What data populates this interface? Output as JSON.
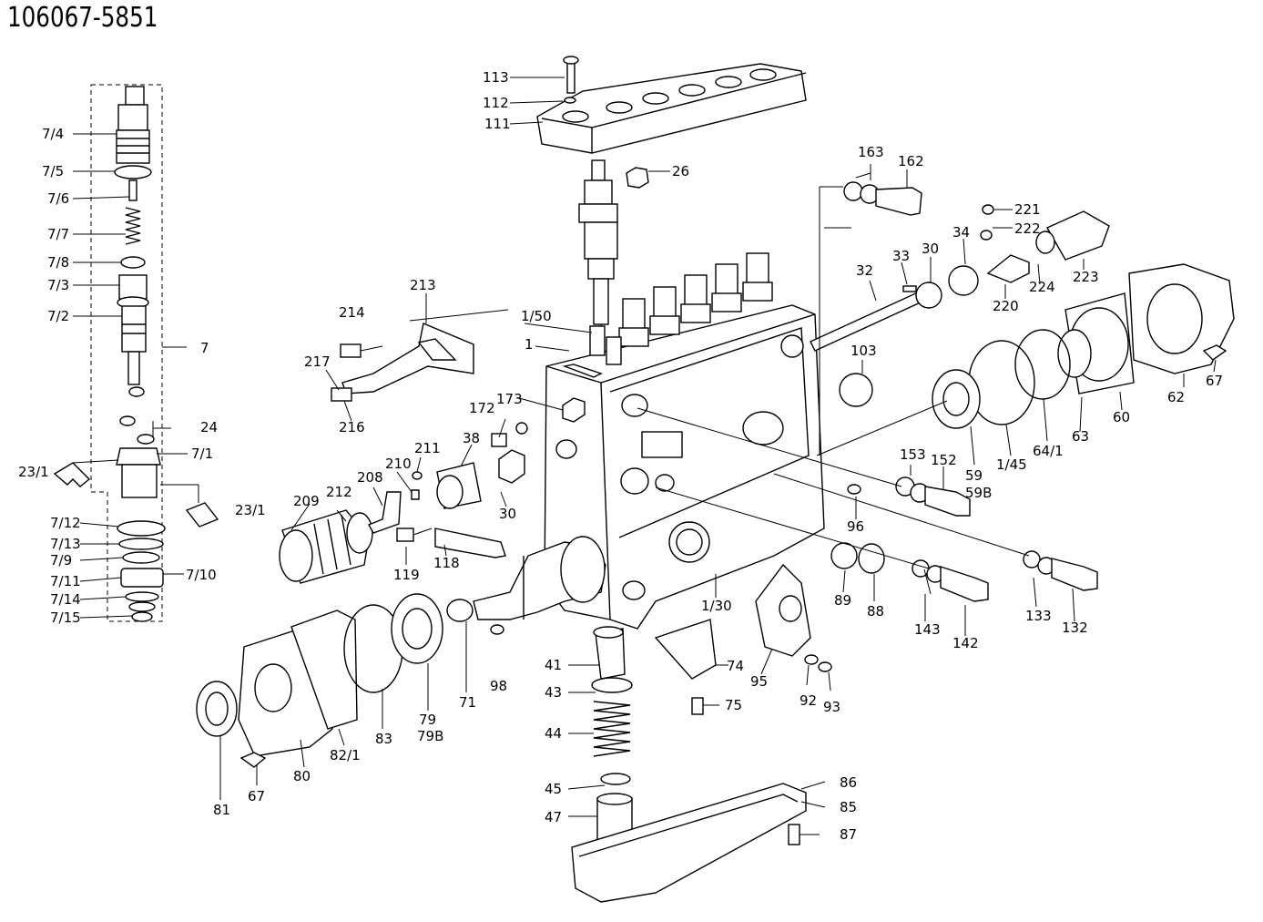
{
  "title": "106067-5851",
  "labels": [
    {
      "id": "7-4",
      "text": "7/4"
    },
    {
      "id": "7-5",
      "text": "7/5"
    },
    {
      "id": "7-6",
      "text": "7/6"
    },
    {
      "id": "7-7",
      "text": "7/7"
    },
    {
      "id": "7-8",
      "text": "7/8"
    },
    {
      "id": "7-3",
      "text": "7/3"
    },
    {
      "id": "7-2",
      "text": "7/2"
    },
    {
      "id": "7",
      "text": "7"
    },
    {
      "id": "24",
      "text": "24"
    },
    {
      "id": "7-1",
      "text": "7/1"
    },
    {
      "id": "23-1a",
      "text": "23/1"
    },
    {
      "id": "23-1b",
      "text": "23/1"
    },
    {
      "id": "7-12",
      "text": "7/12"
    },
    {
      "id": "7-13",
      "text": "7/13"
    },
    {
      "id": "7-9",
      "text": "7/9"
    },
    {
      "id": "7-11",
      "text": "7/11"
    },
    {
      "id": "7-10",
      "text": "7/10"
    },
    {
      "id": "7-14",
      "text": "7/14"
    },
    {
      "id": "7-15",
      "text": "7/15"
    },
    {
      "id": "113",
      "text": "113"
    },
    {
      "id": "112",
      "text": "112"
    },
    {
      "id": "111",
      "text": "111"
    },
    {
      "id": "26",
      "text": "26"
    },
    {
      "id": "213",
      "text": "213"
    },
    {
      "id": "214",
      "text": "214"
    },
    {
      "id": "217",
      "text": "217"
    },
    {
      "id": "216",
      "text": "216"
    },
    {
      "id": "1-50",
      "text": "1/50"
    },
    {
      "id": "1",
      "text": "1"
    },
    {
      "id": "173",
      "text": "173"
    },
    {
      "id": "172",
      "text": "172"
    },
    {
      "id": "38",
      "text": "38"
    },
    {
      "id": "211",
      "text": "211"
    },
    {
      "id": "210",
      "text": "210"
    },
    {
      "id": "208",
      "text": "208"
    },
    {
      "id": "212",
      "text": "212"
    },
    {
      "id": "209",
      "text": "209"
    },
    {
      "id": "30a",
      "text": "30"
    },
    {
      "id": "119",
      "text": "119"
    },
    {
      "id": "118",
      "text": "118"
    },
    {
      "id": "163",
      "text": "163"
    },
    {
      "id": "162",
      "text": "162"
    },
    {
      "id": "221",
      "text": "221"
    },
    {
      "id": "222",
      "text": "222"
    },
    {
      "id": "34",
      "text": "34"
    },
    {
      "id": "30b",
      "text": "30"
    },
    {
      "id": "33",
      "text": "33"
    },
    {
      "id": "32",
      "text": "32"
    },
    {
      "id": "223",
      "text": "223"
    },
    {
      "id": "224",
      "text": "224"
    },
    {
      "id": "220",
      "text": "220"
    },
    {
      "id": "103",
      "text": "103"
    },
    {
      "id": "67a",
      "text": "67"
    },
    {
      "id": "62",
      "text": "62"
    },
    {
      "id": "60",
      "text": "60"
    },
    {
      "id": "63",
      "text": "63"
    },
    {
      "id": "64-1",
      "text": "64/1"
    },
    {
      "id": "1-45",
      "text": "1/45"
    },
    {
      "id": "59",
      "text": "59"
    },
    {
      "id": "153",
      "text": "153"
    },
    {
      "id": "152",
      "text": "152"
    },
    {
      "id": "59b",
      "text": "59B"
    },
    {
      "id": "96",
      "text": "96"
    },
    {
      "id": "89",
      "text": "89"
    },
    {
      "id": "88",
      "text": "88"
    },
    {
      "id": "143",
      "text": "143"
    },
    {
      "id": "142",
      "text": "142"
    },
    {
      "id": "133",
      "text": "133"
    },
    {
      "id": "132",
      "text": "132"
    },
    {
      "id": "1-30",
      "text": "1/30"
    },
    {
      "id": "74",
      "text": "74"
    },
    {
      "id": "75",
      "text": "75"
    },
    {
      "id": "95",
      "text": "95"
    },
    {
      "id": "92",
      "text": "92"
    },
    {
      "id": "93",
      "text": "93"
    },
    {
      "id": "41",
      "text": "41"
    },
    {
      "id": "43",
      "text": "43"
    },
    {
      "id": "44",
      "text": "44"
    },
    {
      "id": "45",
      "text": "45"
    },
    {
      "id": "47",
      "text": "47"
    },
    {
      "id": "86",
      "text": "86"
    },
    {
      "id": "85",
      "text": "85"
    },
    {
      "id": "87",
      "text": "87"
    },
    {
      "id": "98",
      "text": "98"
    },
    {
      "id": "71",
      "text": "71"
    },
    {
      "id": "79",
      "text": "79"
    },
    {
      "id": "79b",
      "text": "79B"
    },
    {
      "id": "83",
      "text": "83"
    },
    {
      "id": "82-1",
      "text": "82/1"
    },
    {
      "id": "80",
      "text": "80"
    },
    {
      "id": "81",
      "text": "81"
    },
    {
      "id": "67b",
      "text": "67"
    }
  ]
}
